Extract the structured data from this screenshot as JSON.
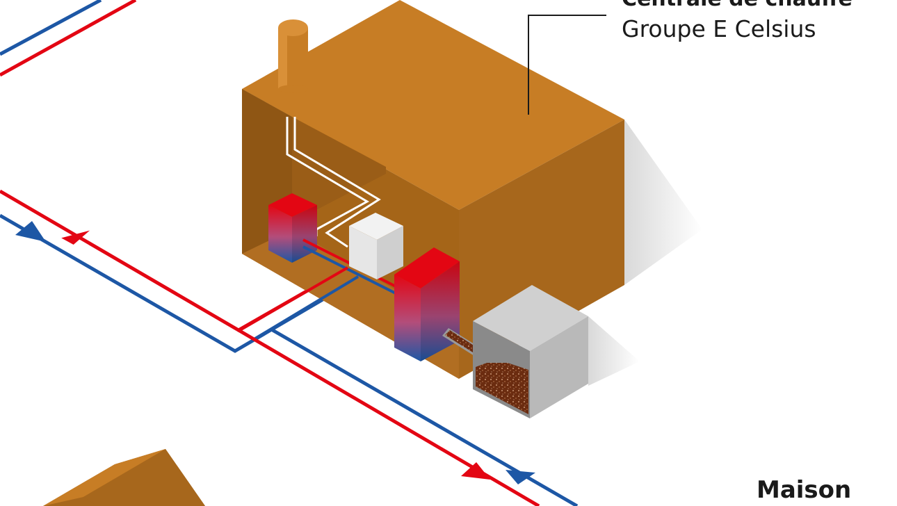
{
  "plant": {
    "title": "Centrale de chauffe",
    "subtitle": "Groupe E Celsius"
  },
  "house": {
    "label": "Maison"
  },
  "colors": {
    "supply": "#e30613",
    "return": "#1d57a5",
    "building_top": "#c77d25",
    "building_side": "#a7671c",
    "building_wall": "#8f5614",
    "silo": "#b9b9b9",
    "fuel": "#6e2f12"
  }
}
